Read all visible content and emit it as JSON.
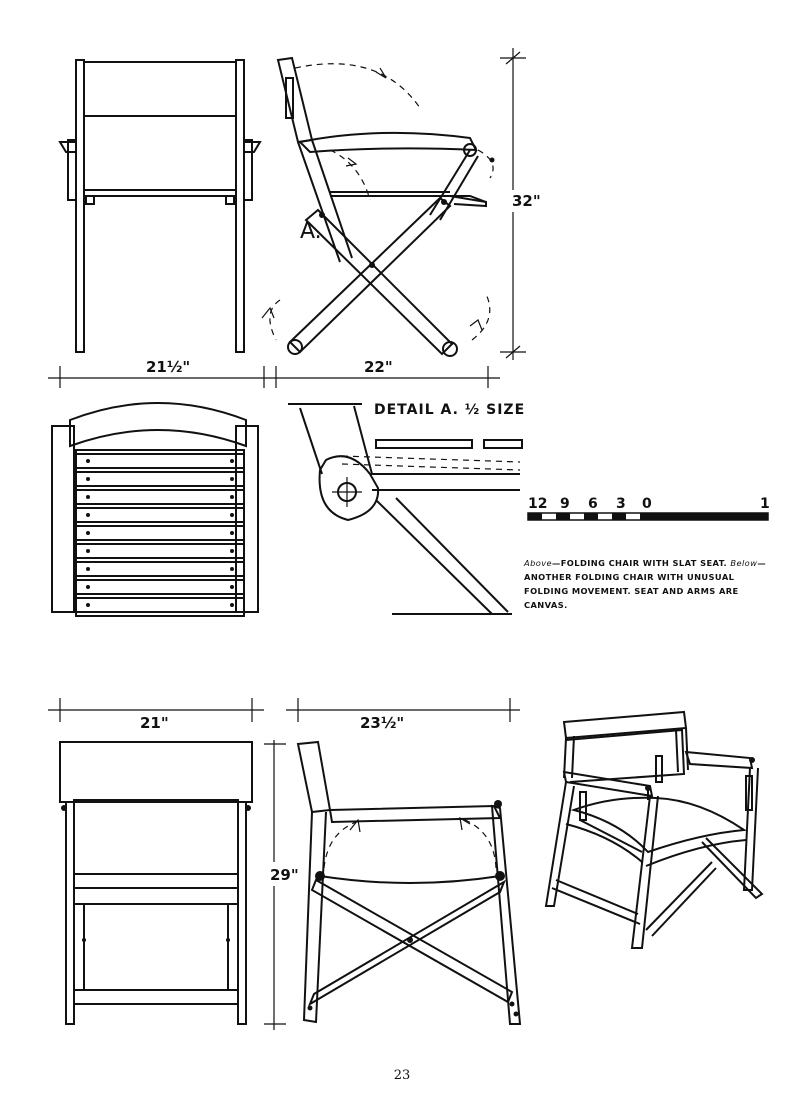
{
  "dimensions": {
    "top_front_width": "21½\"",
    "top_side_depth": "22\"",
    "top_height": "32\"",
    "bottom_front_width": "21\"",
    "bottom_side_depth": "23½\"",
    "bottom_height": "29\""
  },
  "labels": {
    "detail_marker": "A.",
    "detail_title": "DETAIL A. ½ SIZE"
  },
  "scale_bar": {
    "ticks": [
      "12",
      "9",
      "6",
      "3",
      "0",
      "1"
    ]
  },
  "caption": {
    "above_label": "Above",
    "above_text": "—FOLDING CHAIR WITH SLAT SEAT.",
    "below_label": "Below",
    "below_text": "—ANOTHER FOLDING CHAIR WITH UNUSUAL FOLDING MOVEMENT. SEAT AND ARMS ARE CANVAS."
  },
  "page_number": "23"
}
